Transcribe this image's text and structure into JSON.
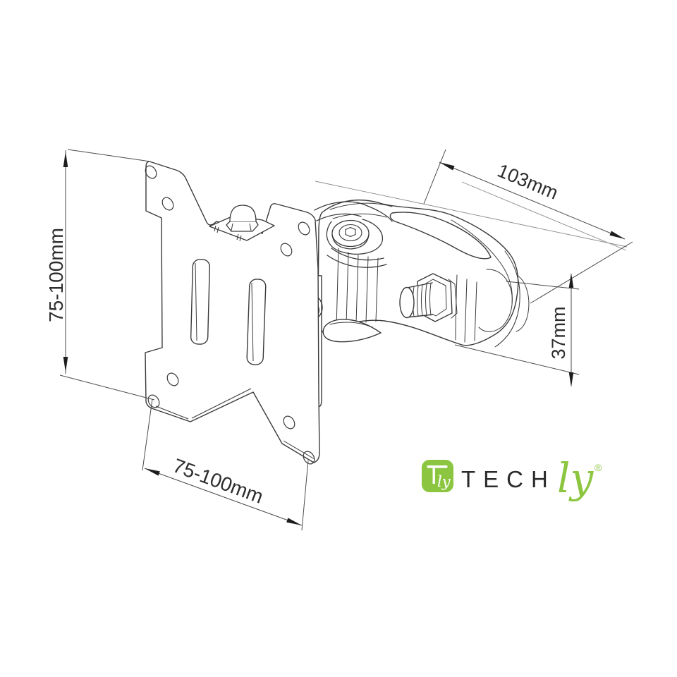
{
  "page": {
    "background": "#ffffff"
  },
  "drawing": {
    "type": "technical-line-illustration",
    "subject": "VESA monitor mount with pole clamp",
    "line_color": "#3a3a3a",
    "dimension_line_color": "#4a4a4a",
    "text_color": "#2e2e2e"
  },
  "dimensions": {
    "vesa_vertical": {
      "label": "75-100mm"
    },
    "vesa_horizontal": {
      "label": "75-100mm"
    },
    "clamp_depth": {
      "label": "103mm"
    },
    "clamp_height": {
      "label": "37mm"
    }
  },
  "logo": {
    "text_main": "TECH",
    "text_script": "ly",
    "icon_script": "ly",
    "registered_mark": "®",
    "green": "#8cc640",
    "dark": "#2b2b2b"
  }
}
